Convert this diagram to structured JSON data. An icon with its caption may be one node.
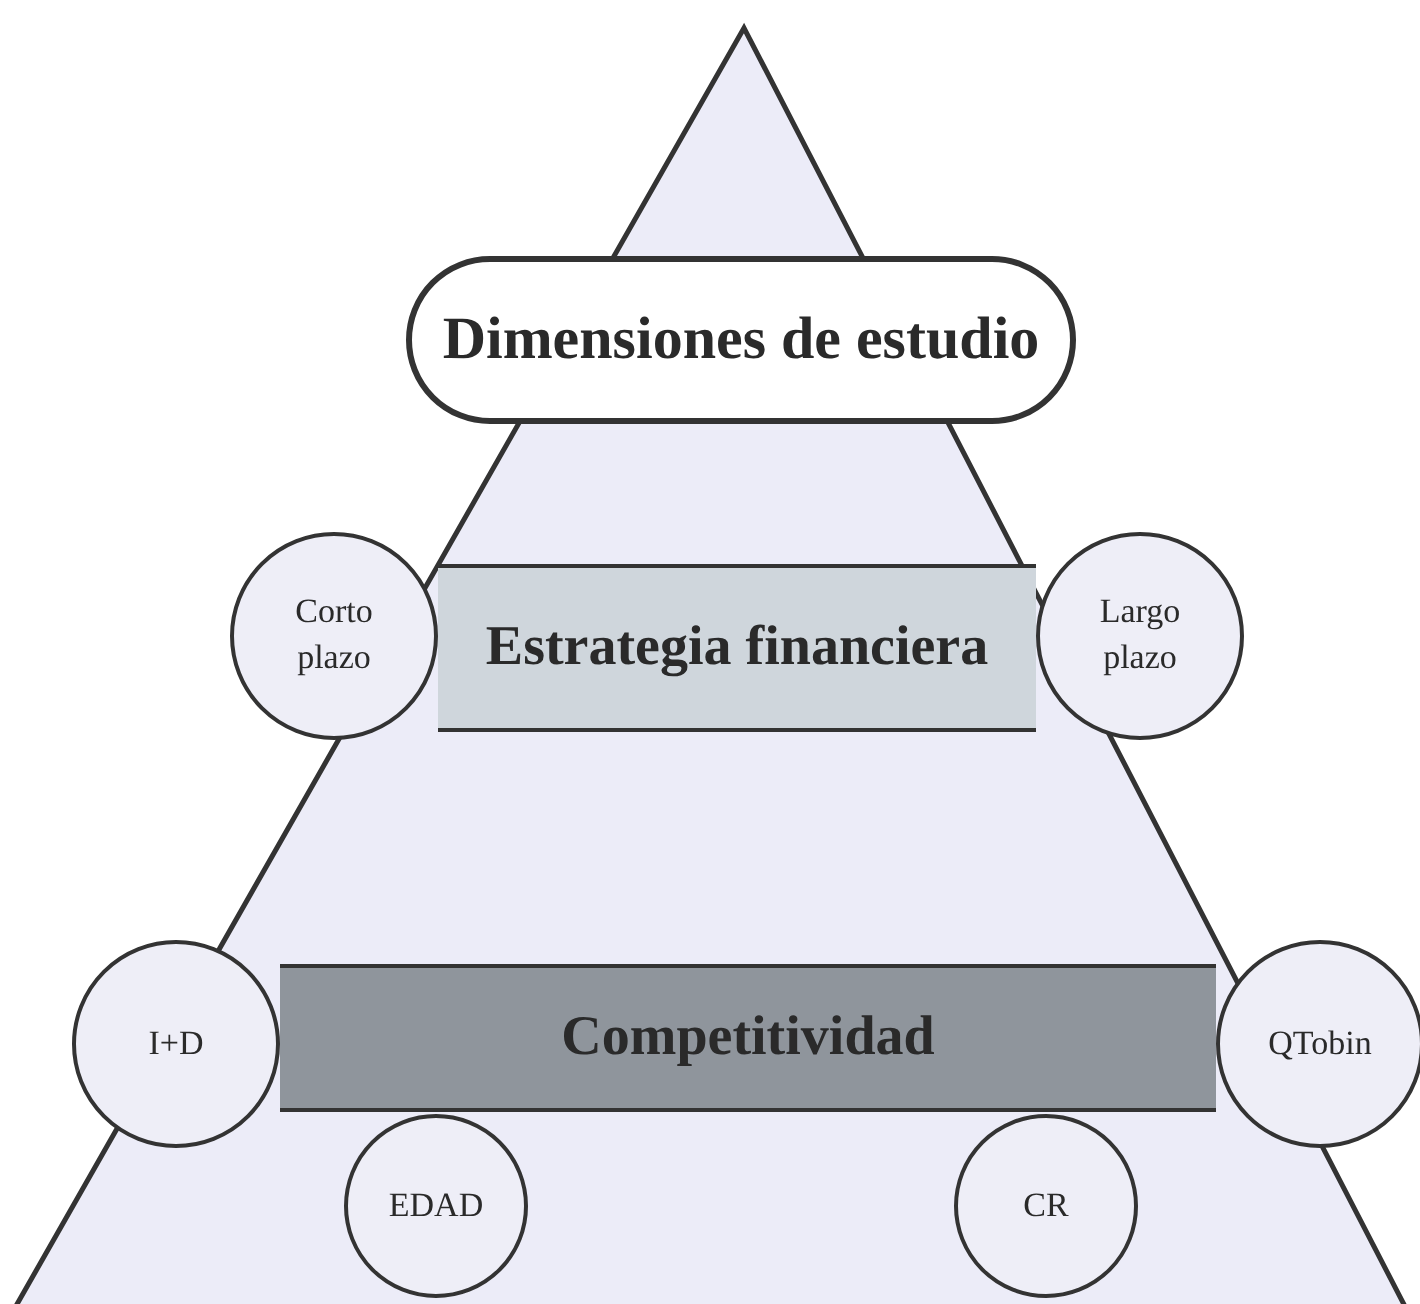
{
  "diagram": {
    "nodes": [
      {
        "text": [
          "Dimensiones de estudio"
        ]
      },
      {
        "text": [
          "Estrategia financiera"
        ]
      },
      {
        "text": [
          "Corto plazo"
        ]
      },
      {
        "text": [
          "Largo plazo"
        ]
      },
      {
        "text": [
          "Competitividad"
        ]
      },
      {
        "text": [
          "I+D"
        ]
      },
      {
        "text": [
          "EDAD"
        ]
      },
      {
        "text": [
          "CR"
        ]
      },
      {
        "text": [
          "QTobin"
        ]
      }
    ]
  }
}
